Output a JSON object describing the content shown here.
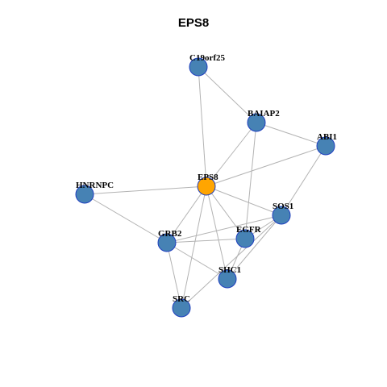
{
  "title": "EPS8",
  "colors": {
    "default_node": "#4682b4",
    "center_node": "#ffa500",
    "edge": "#b3b3b3",
    "node_border": "#1f3fbf"
  },
  "nodes": [
    {
      "id": "C19orf25",
      "label": "C19orf25",
      "center": false
    },
    {
      "id": "BAIAP2",
      "label": "BAIAP2",
      "center": false
    },
    {
      "id": "ABI1",
      "label": "ABI1",
      "center": false
    },
    {
      "id": "EPS8",
      "label": "EPS8",
      "center": true
    },
    {
      "id": "HNRNPC",
      "label": "HNRNPC",
      "center": false
    },
    {
      "id": "SOS1",
      "label": "SOS1",
      "center": false
    },
    {
      "id": "EGFR",
      "label": "EGFR",
      "center": false
    },
    {
      "id": "GRB2",
      "label": "GRB2",
      "center": false
    },
    {
      "id": "SHC1",
      "label": "SHC1",
      "center": false
    },
    {
      "id": "SRC",
      "label": "SRC",
      "center": false
    }
  ],
  "edges": [
    [
      "C19orf25",
      "BAIAP2"
    ],
    [
      "C19orf25",
      "EPS8"
    ],
    [
      "BAIAP2",
      "ABI1"
    ],
    [
      "BAIAP2",
      "EPS8"
    ],
    [
      "BAIAP2",
      "EGFR"
    ],
    [
      "ABI1",
      "EPS8"
    ],
    [
      "ABI1",
      "SOS1"
    ],
    [
      "EPS8",
      "HNRNPC"
    ],
    [
      "EPS8",
      "SOS1"
    ],
    [
      "EPS8",
      "EGFR"
    ],
    [
      "EPS8",
      "GRB2"
    ],
    [
      "EPS8",
      "SHC1"
    ],
    [
      "EPS8",
      "SRC"
    ],
    [
      "HNRNPC",
      "GRB2"
    ],
    [
      "SOS1",
      "GRB2"
    ],
    [
      "SOS1",
      "EGFR"
    ],
    [
      "SOS1",
      "SHC1"
    ],
    [
      "SOS1",
      "SRC"
    ],
    [
      "EGFR",
      "GRB2"
    ],
    [
      "EGFR",
      "SHC1"
    ],
    [
      "GRB2",
      "SHC1"
    ],
    [
      "GRB2",
      "SRC"
    ]
  ]
}
